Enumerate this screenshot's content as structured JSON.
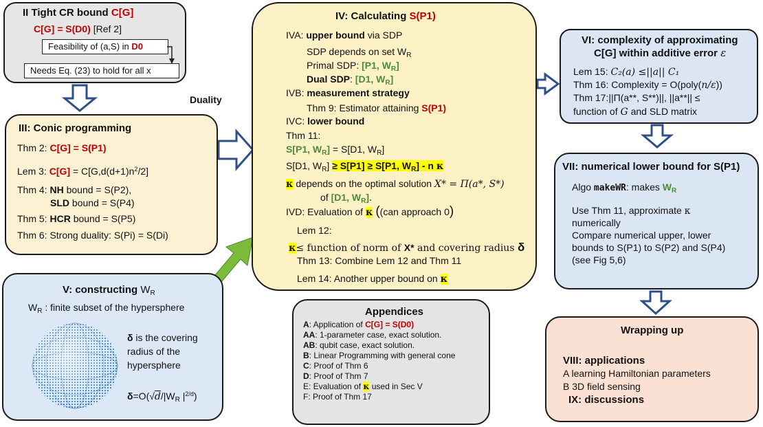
{
  "colors": {
    "red": "#c00000",
    "green": "#4e8a3a",
    "highlight": "#ffff00",
    "arrow_outline": "#2f4f8a",
    "arrow_green": "#7dbb3a"
  },
  "labels": {
    "duality": "Duality"
  },
  "sec2": {
    "title_a": "II Tight CR bound ",
    "title_b": "C[G]",
    "eq": "C[G] = S(D0)",
    "ref": "[Ref 2]",
    "feas_a": "Feasibility of (a,S) in ",
    "feas_b": "D0",
    "needs": "Needs Eq. (23) to hold for all x"
  },
  "sec3": {
    "title": "III: Conic programming",
    "thm2_a": "Thm 2: ",
    "thm2_b": "C[G] = S(P1)",
    "lem3_a": "Lem 3: ",
    "lem3_b": "C[G]",
    "lem3_c": " = C[G,d(d+1)n",
    "lem3_sup": "2",
    "lem3_d": "/2]",
    "thm4_a": "Thm 4: ",
    "thm4_b": "NH",
    "thm4_c": " bound = S(P2),",
    "thm4_d": "SLD",
    "thm4_e": " bound = S(P4)",
    "thm5_a": "Thm 5: ",
    "thm5_b": "HCR",
    "thm5_c": " bound = S(P5)",
    "thm6": "Thm 6: Strong duality: S(Pi) = S(Di)"
  },
  "sec4": {
    "title_a": "IV: Calculating ",
    "title_b": "S(P1)",
    "iva_a": "IVA: ",
    "iva_b": "upper bound",
    "iva_c": " via SDP",
    "sdp_dep": "SDP depends on set W",
    "sdp_sub": "R",
    "primal_a": "Primal SDP: ",
    "primal_b": "[P1, W",
    "primal_sub": "R",
    "primal_c": "]",
    "dual_a": "Dual SDP",
    "dual_b": ": ",
    "dual_c": "[D1, W",
    "dual_sub": "R",
    "dual_d": "]",
    "ivb_a": "IVB: ",
    "ivb_b": "measurement strategy",
    "thm9_a": "Thm 9: Estimator attaining ",
    "thm9_b": "S(P1)",
    "ivc_a": "IVC: ",
    "ivc_b": "lower bound",
    "thm11": "Thm 11:",
    "eq1_a": "S[P1, W",
    "eq1_sub": "R",
    "eq1_b": "]",
    "eq1_c": " = S[D1, W",
    "eq1_sub2": "R",
    "eq1_d": "]",
    "eq2_a": "S[D1, W",
    "eq2_sub": "R",
    "eq2_b": "] ",
    "eq2_c": "≥ S[P1] ≥ S[P1, W",
    "eq2_sub2": "R",
    "eq2_d": "] - n ",
    "kappa": "κ",
    "dep_a": " depends on the optimal solution ",
    "dep_math": "X* = Π(a*, S*)",
    "dep_of": "of ",
    "dep_b": "[D1, W",
    "dep_sub": "R",
    "dep_c": "].",
    "ivd_a": "IVD: Evaluation of ",
    "ivd_b": "(can approach 0",
    "lem12": "Lem 12:",
    "lem12_eq_a": "≤ function of norm of ",
    "lem12_eq_b": "X*",
    "lem12_eq_c": " and covering radius ",
    "delta": "δ",
    "thm13": "Thm 13: Combine Lem 12 and Thm 11",
    "lem14": "Lem 14: Another upper bound on "
  },
  "sec5": {
    "title_a": "V: constructing ",
    "title_b": "W",
    "title_sub": "R",
    "wr_a": "W",
    "wr_sub": "R",
    "wr_b": " : finite subset of the hypersphere",
    "delta_l1": " is the covering",
    "delta_l2": "radius of the",
    "delta_l3": "hypersphere",
    "formula_a": "=O(",
    "formula_sqrt": "√",
    "formula_d": "d",
    "formula_b": "/|W",
    "formula_sub": "R",
    "formula_c": " |",
    "formula_sup": "2/d",
    "formula_e": ")"
  },
  "sec6": {
    "title1": "VI: complexity of approximating",
    "title2": "C[G] within additive error ",
    "eps": "ε",
    "lem15_a": "Lem 15: ",
    "lem15_b": "C₂(a) ≤||a|| C₁",
    "thm16_a": "Thm 16: Complexity = O(poly(",
    "thm16_b": "n/ε",
    "thm16_c": "))",
    "thm17_a": "Thm 17:||Π(a**, S**)||, ||a**|| ≤",
    "thm17_b1": "function of ",
    "thm17_g": "G",
    "thm17_b2": " and SLD matrix"
  },
  "sec7": {
    "title": "VII: numerical lower bound for S(P1)",
    "algo_a": "Algo ",
    "algo_b": "makeWR",
    "algo_c": ": makes ",
    "algo_d": "W",
    "algo_sub": "R",
    "use1": "Use Thm 11, approximate ",
    "use_k": "κ",
    "use2": "numerically",
    "cmp1": "Compare numerical upper, lower",
    "cmp2": "bounds to S(P1) to S(P2) and S(P4)",
    "cmp3": "(see Fig 5,6)"
  },
  "app": {
    "title": "Appendices",
    "a_k": "A",
    "a_t": ": Application of ",
    "a_r": "C[G] = S(D0)",
    "aa_k": "AA",
    "aa_t": ": 1-parameter case, exact solution.",
    "ab_k": "AB",
    "ab_t": ": qubit case, exact solution.",
    "b_k": "B",
    "b_t": ": Linear Programming with general cone",
    "c_k": "C",
    "c_t": ": Proof of Thm 6",
    "d_k": "D",
    "d_t": ": Proof of Thm 7",
    "e_a": "E: Evaluation of ",
    "e_b": " used in Sec V",
    "f": "F: Proof of Thm 17"
  },
  "sec8": {
    "title": "Wrapping up",
    "viii": "VIII: applications",
    "a": "A learning Hamiltonian parameters",
    "b": "B 3D field sensing",
    "ix": "IX: discussions"
  }
}
